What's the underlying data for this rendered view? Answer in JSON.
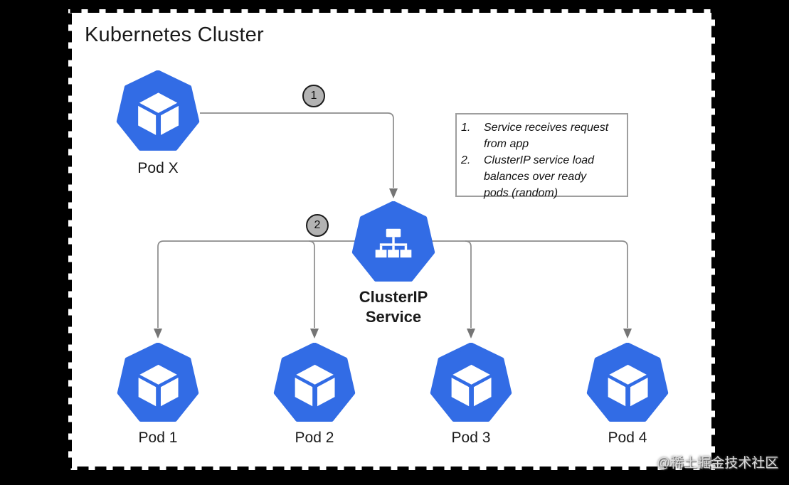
{
  "colors": {
    "accent": "#326CE5",
    "line": "#8c8c8c",
    "arrow": "#757575",
    "badge": "#b3b3b3",
    "noteborder": "#9e9e9e"
  },
  "title": "Kubernetes Cluster",
  "badges": {
    "one": "1",
    "two": "2"
  },
  "nodes": {
    "pod_x": "Pod X",
    "service": "ClusterIP\nService",
    "pod_1": "Pod 1",
    "pod_2": "Pod 2",
    "pod_3": "Pod 3",
    "pod_4": "Pod 4"
  },
  "note": {
    "items": [
      {
        "num": "1.",
        "text": "Service receives request\nfrom app"
      },
      {
        "num": "2.",
        "text": "ClusterIP service load\nbalances over ready\npods (random)"
      }
    ]
  },
  "watermark": "@稀土掘金技术社区"
}
